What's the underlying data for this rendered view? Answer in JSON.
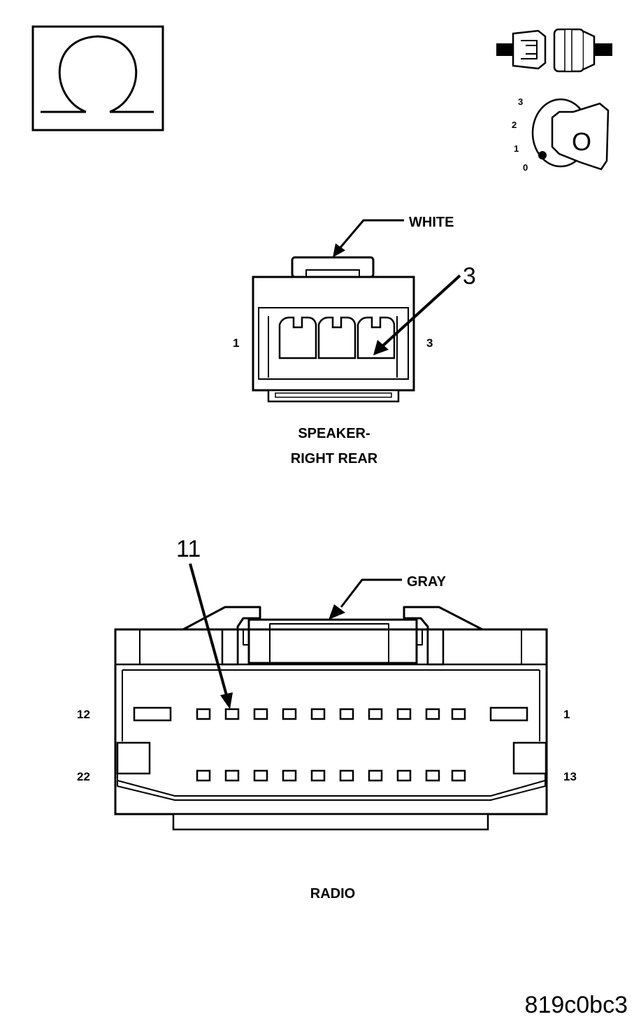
{
  "icons": {
    "ohm": "ohm-meter-icon",
    "disconnect": "disconnected-connector-icon",
    "ignition": "ignition-off-key-icon"
  },
  "ignition_positions": [
    "3",
    "2",
    "1",
    "0"
  ],
  "ignition_key_label": "O",
  "speaker": {
    "color_label": "WHITE",
    "callout": "3",
    "pin_left": "1",
    "pin_right": "3",
    "title_line1": "SPEAKER-",
    "title_line2": "RIGHT REAR"
  },
  "radio": {
    "color_label": "GRAY",
    "callout": "11",
    "pin_top_left": "12",
    "pin_top_right": "1",
    "pin_bottom_left": "22",
    "pin_bottom_right": "13",
    "title": "RADIO"
  },
  "figure_code": "819c0bc3"
}
